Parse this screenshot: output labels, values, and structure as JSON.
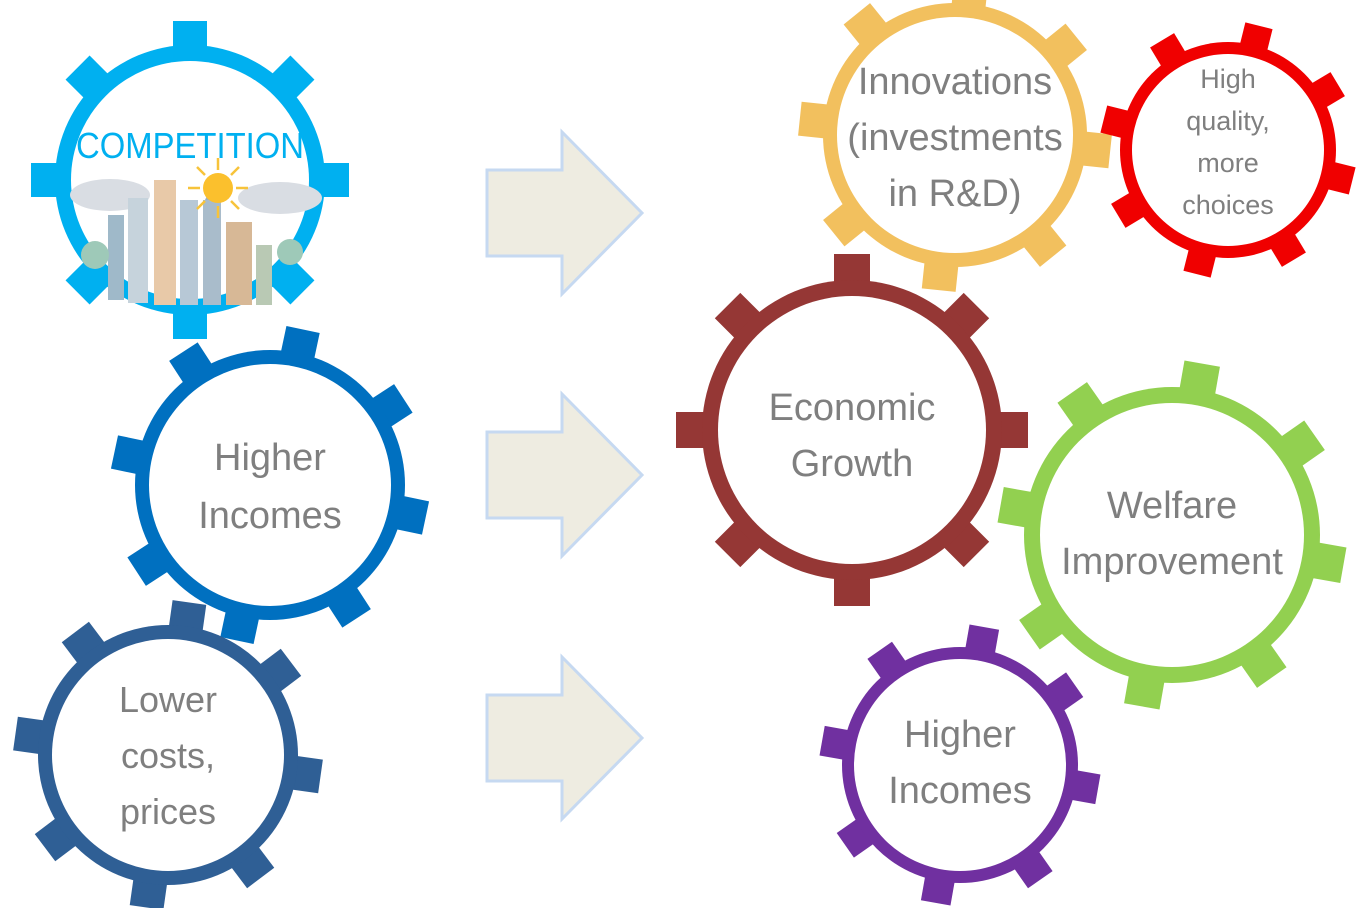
{
  "colors": {
    "competition": "#00b0f0",
    "higher_incomes_left": "#0070c0",
    "lower_costs": "#2f5f95",
    "innovations": "#f2c05e",
    "high_quality": "#f00000",
    "economic_growth": "#953735",
    "welfare": "#92d050",
    "higher_incomes_right": "#7030a0",
    "arrow_fill": "#eeece1",
    "arrow_stroke": "#c6d9f1",
    "label_text": "#7f7f7f"
  },
  "gears": {
    "competition": {
      "lines": [
        "COMPETITION"
      ],
      "icon": "city-skyline-sun-icon"
    },
    "higher_incomes_left": {
      "lines": [
        "Higher",
        "Incomes"
      ]
    },
    "lower_costs": {
      "lines": [
        "Lower",
        "costs,",
        "prices"
      ]
    },
    "innovations": {
      "lines": [
        "Innovations",
        "(investments",
        "in R&D)"
      ]
    },
    "high_quality": {
      "lines": [
        "High",
        "quality,",
        "more",
        "choices"
      ]
    },
    "economic_growth": {
      "lines": [
        "Economic",
        "Growth"
      ]
    },
    "welfare": {
      "lines": [
        "Welfare",
        "Improvement"
      ]
    },
    "higher_incomes_right": {
      "lines": [
        "Higher",
        "Incomes"
      ]
    }
  },
  "arrows": [
    "right-arrow-icon",
    "right-arrow-icon",
    "right-arrow-icon"
  ]
}
